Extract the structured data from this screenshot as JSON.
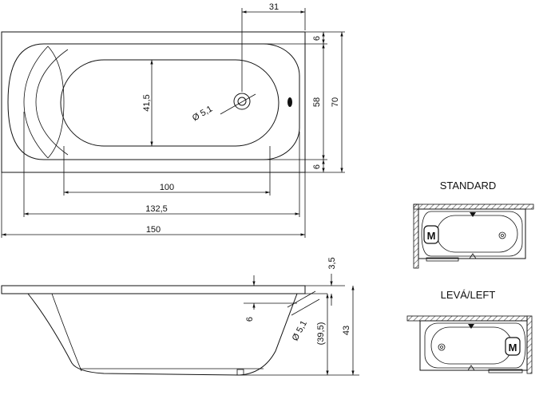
{
  "dimensions": {
    "top_offset": "31",
    "rim_top": "6",
    "rim_bottom": "6",
    "inner_width": "58",
    "outer_width": "70",
    "basin_width": "41,5",
    "drain": "Ø 5,1",
    "basin_length": "100",
    "inner_length": "132,5",
    "total_length": "150",
    "rim_height": "3,5",
    "side_6": "6",
    "side_drain": "Ø 5,1",
    "depth_inner": "(39,5)",
    "depth_total": "43"
  },
  "variants": {
    "standard_label": "STANDARD",
    "left_label": "LEVÁ/LEFT",
    "motor_letter": "M"
  }
}
